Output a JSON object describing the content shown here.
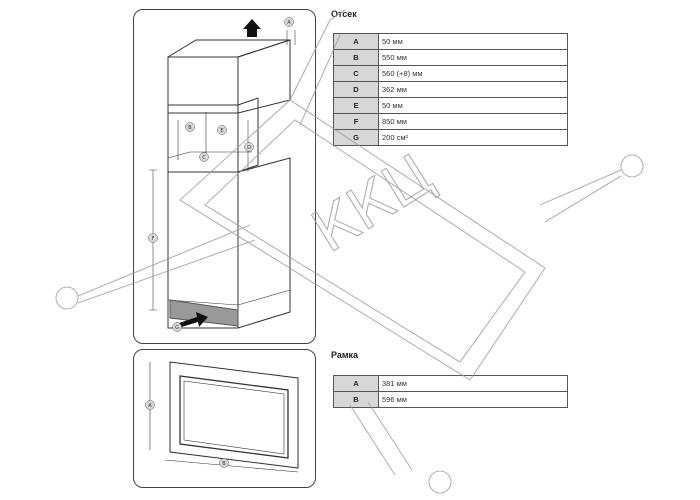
{
  "sections": {
    "compartment": {
      "title": "Отсек"
    },
    "frame": {
      "title": "Рамка"
    }
  },
  "compartment_rows": [
    {
      "key": "A",
      "value": "50 мм"
    },
    {
      "key": "B",
      "value": "550 мм"
    },
    {
      "key": "C",
      "value": "560 (+8) мм"
    },
    {
      "key": "D",
      "value": "362 мм"
    },
    {
      "key": "E",
      "value": "50 мм"
    },
    {
      "key": "F",
      "value": "850 мм"
    },
    {
      "key": "G",
      "value": "200 см²"
    }
  ],
  "frame_rows": [
    {
      "key": "A",
      "value": "381 мм"
    },
    {
      "key": "B",
      "value": "596 мм"
    }
  ],
  "diagram_labels": {
    "cabinet": [
      "A",
      "B",
      "E",
      "D",
      "C",
      "F",
      "G"
    ],
    "frame": [
      "A",
      "B"
    ]
  },
  "watermark": {
    "text": "ККЦ",
    "color": "#b0b0b0"
  }
}
